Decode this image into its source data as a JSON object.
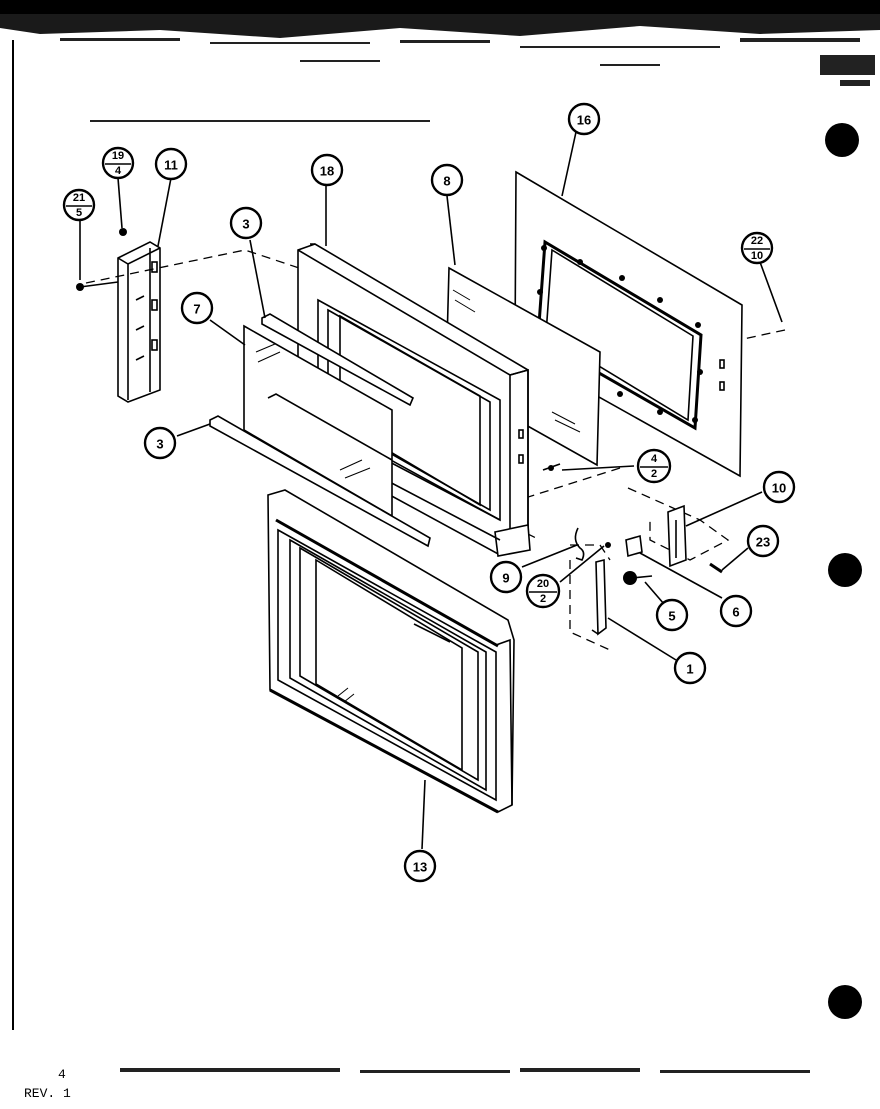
{
  "diagram": {
    "page_number": "4",
    "revision": "REV. 1",
    "callouts": [
      {
        "id": "c16",
        "label": "16"
      },
      {
        "id": "c18",
        "label": "18"
      },
      {
        "id": "c8",
        "label": "8"
      },
      {
        "id": "c11",
        "label": "11"
      },
      {
        "id": "c3a",
        "label": "3"
      },
      {
        "id": "c7",
        "label": "7"
      },
      {
        "id": "c3b",
        "label": "3"
      },
      {
        "id": "c10",
        "label": "10"
      },
      {
        "id": "c23",
        "label": "23"
      },
      {
        "id": "c9",
        "label": "9"
      },
      {
        "id": "c5",
        "label": "5"
      },
      {
        "id": "c6",
        "label": "6"
      },
      {
        "id": "c1",
        "label": "1"
      },
      {
        "id": "c13",
        "label": "13"
      }
    ],
    "fraction_callouts": [
      {
        "id": "f19_4",
        "top": "19",
        "bottom": "4"
      },
      {
        "id": "f21_5",
        "top": "21",
        "bottom": "5"
      },
      {
        "id": "f22_10",
        "top": "22",
        "bottom": "10"
      },
      {
        "id": "f4_2",
        "top": "4",
        "bottom": "2"
      },
      {
        "id": "f20_2",
        "top": "20",
        "bottom": "2"
      }
    ]
  }
}
